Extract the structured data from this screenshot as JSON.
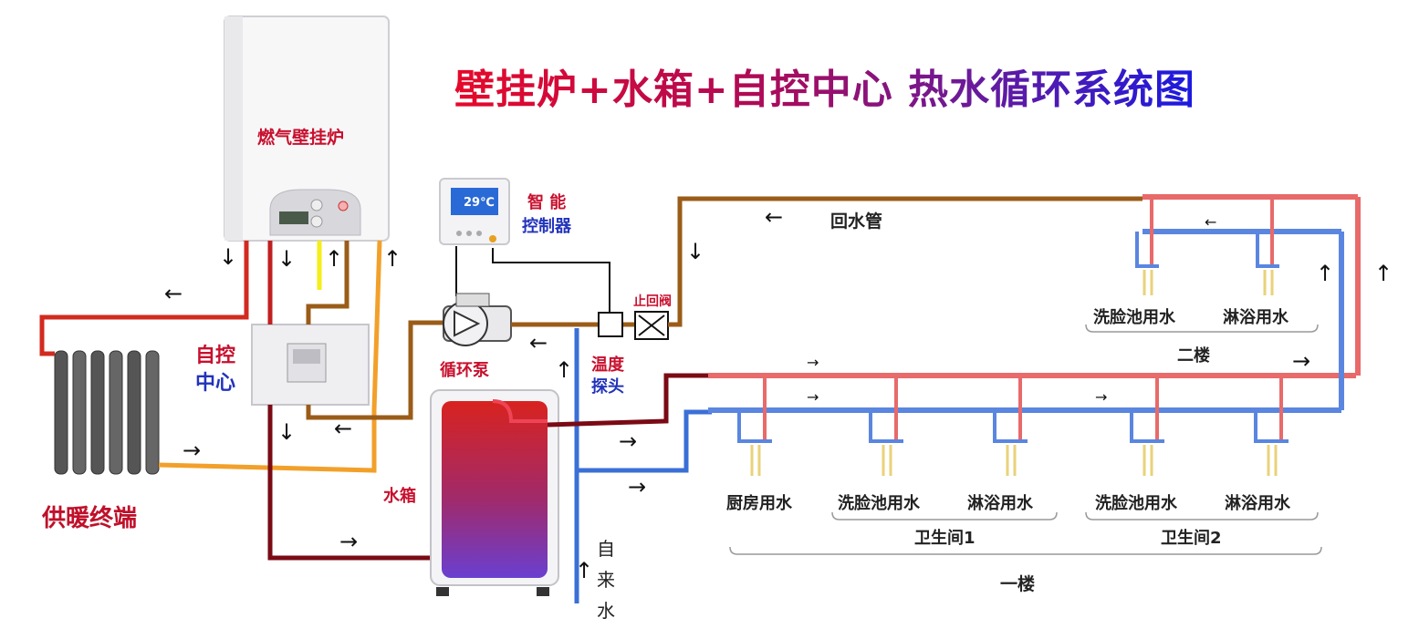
{
  "title": "壁挂炉+水箱+自控中心 热水循环系统图",
  "labels": {
    "boiler": "燃气壁挂炉",
    "controller_line1": "智 能",
    "controller_line2": "控制器",
    "auto_center_line1": "自控",
    "auto_center_line2": "中心",
    "pump": "循环泵",
    "check_valve": "止回阀",
    "temp_probe_line1": "温度",
    "temp_probe_line2": "探头",
    "tank": "水箱",
    "heating_terminal": "供暖终端",
    "return_pipe": "回水管",
    "tap_water_1": "自",
    "tap_water_2": "来",
    "tap_water_3": "水",
    "thermostat_display": "29℃",
    "second_floor": "二楼",
    "first_floor": "一楼",
    "bathroom1": "卫生间1",
    "bathroom2": "卫生间2",
    "fixtures_upper": [
      "洗脸池用水",
      "淋浴用水"
    ],
    "fixtures_lower": [
      "厨房用水",
      "洗脸池用水",
      "淋浴用水",
      "洗脸池用水",
      "淋浴用水"
    ]
  },
  "arrows": {
    "left": "←",
    "right": "→",
    "up": "↑",
    "down": "↓"
  },
  "colors": {
    "hot_red": "#e2262a",
    "cold_blue": "#3a6fd6",
    "brown": "#8a5a1c",
    "orange": "#f2a02a",
    "dark_red": "#7a0a14",
    "yellow": "#f4ee1a"
  }
}
